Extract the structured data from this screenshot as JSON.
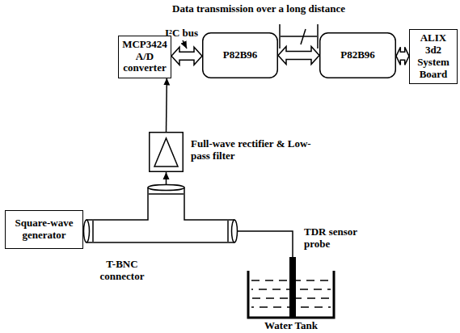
{
  "diagram": {
    "nodes": [
      {
        "text": [
          "MCP3424 A/D converter"
        ]
      },
      {
        "text": [
          "P82B96"
        ]
      },
      {
        "text": [
          "P82B96"
        ]
      },
      {
        "text": [
          "ALIX 3d2 System Board"
        ]
      },
      {
        "text": [
          "Full-wave rectifier & Low-pass filter"
        ]
      },
      {
        "text": [
          "Square-wave generator"
        ]
      },
      {
        "text": [
          "T-BNC connector"
        ]
      },
      {
        "text": [
          "Water Tank"
        ]
      },
      {
        "text": [
          "TDR sensor probe"
        ],
        "in": 7
      }
    ],
    "edges": [
      {
        "from": 0,
        "to": 1,
        "arrow": "both"
      },
      {
        "from": 1,
        "to": 2,
        "arrow": "both"
      },
      {
        "from": 2,
        "to": 3,
        "arrow": "both"
      },
      {
        "from": 6,
        "to": 4,
        "arrow": "to"
      },
      {
        "from": 4,
        "to": 0,
        "arrow": "to"
      },
      {
        "from": 6,
        "to": 8,
        "arrow": "none"
      }
    ],
    "labels": [
      "Data transmission over a long distance",
      "I²C bus"
    ]
  }
}
